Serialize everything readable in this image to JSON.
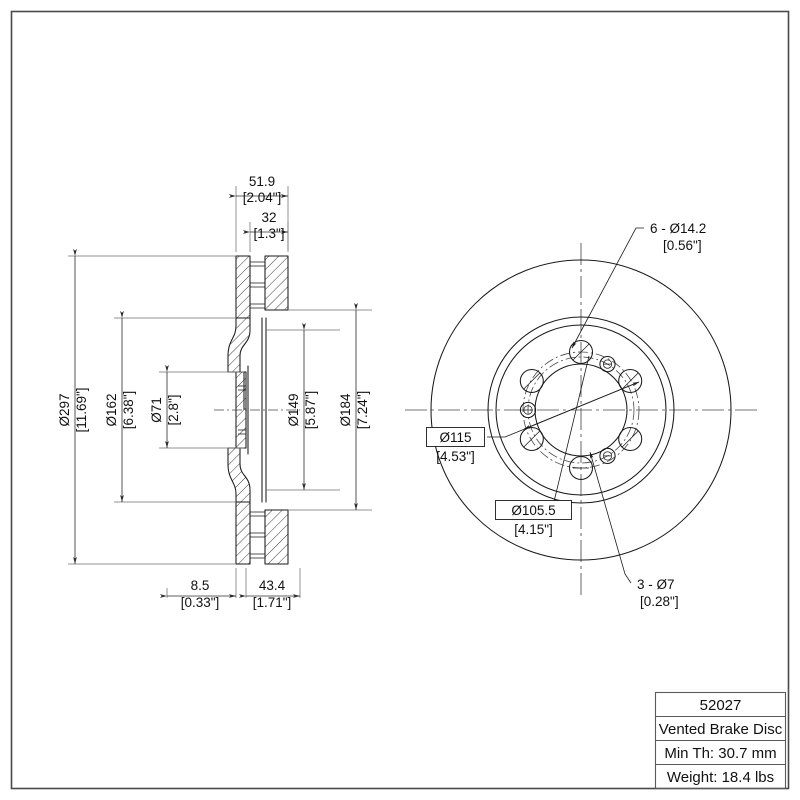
{
  "drawing": {
    "type": "engineering-drawing",
    "subject": "Vented Brake Disc",
    "views": [
      {
        "name": "section-view",
        "position": "left"
      },
      {
        "name": "front-view",
        "position": "right"
      }
    ]
  },
  "section_view": {
    "horizontal_dimensions": [
      {
        "id": "overall-thickness",
        "mm": "51.9",
        "inch": "[2.04\"]"
      },
      {
        "id": "hat-width",
        "mm": "32",
        "inch": "[1.3\"]"
      },
      {
        "id": "hat-offset",
        "mm": "8.5",
        "inch": "[0.33\"]"
      },
      {
        "id": "disc-depth",
        "mm": "43.4",
        "inch": "[1.71\"]"
      }
    ],
    "vertical_dimensions": [
      {
        "id": "outer-diameter",
        "mm": "Ø297",
        "inch": "[11.69\"]"
      },
      {
        "id": "hat-diameter",
        "mm": "Ø162",
        "inch": "[6.38\"]"
      },
      {
        "id": "center-bore",
        "mm": "Ø71",
        "inch": "[2.8\"]"
      },
      {
        "id": "inner-friction-diameter",
        "mm": "Ø149",
        "inch": "[5.87\"]"
      },
      {
        "id": "vane-diameter",
        "mm": "Ø184",
        "inch": "[7.24\"]"
      }
    ]
  },
  "front_view": {
    "callouts": [
      {
        "id": "lug-holes",
        "line1": "6 - Ø14.2",
        "line2": "[0.56\"]",
        "boxed": false
      },
      {
        "id": "pilot-holes",
        "line1": "3 - Ø7",
        "line2": "[0.28\"]",
        "boxed": false
      },
      {
        "id": "bolt-circle",
        "line1": "Ø115",
        "line2": "[4.53\"]",
        "boxed": true
      },
      {
        "id": "pilot-circle",
        "line1": "Ø105.5",
        "line2": "[4.15\"]",
        "boxed": true
      }
    ]
  },
  "title_block": {
    "rows": [
      {
        "id": "part-number",
        "text": "52027"
      },
      {
        "id": "part-description",
        "text": "Vented Brake Disc"
      },
      {
        "id": "min-thickness",
        "text": "Min Th: 30.7 mm"
      },
      {
        "id": "weight",
        "text": "Weight: 18.4 lbs"
      }
    ]
  },
  "colors": {
    "line": "#1a1a1a",
    "frame": "#4a4a4a",
    "center_line": "#4a4a4a",
    "background": "#ffffff"
  }
}
